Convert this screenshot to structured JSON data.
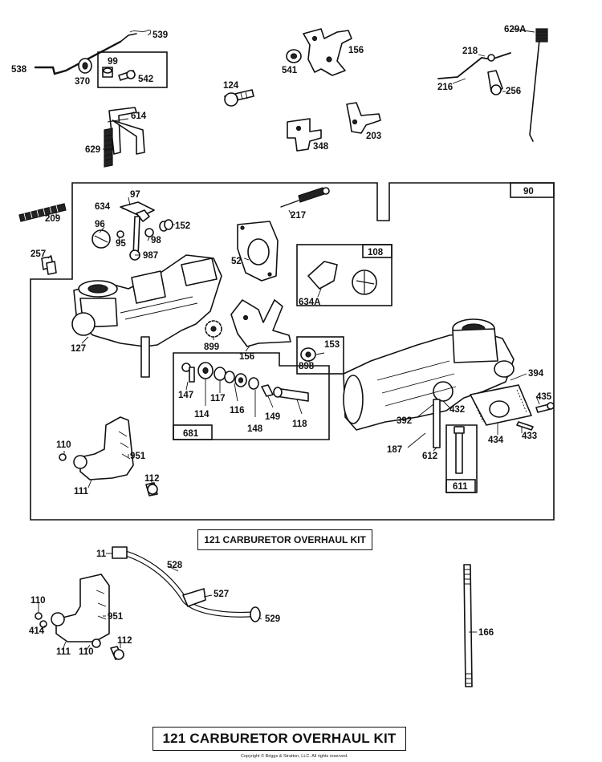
{
  "labels": {
    "l539": "539",
    "l538": "538",
    "l99": "99",
    "l370": "370",
    "l542": "542",
    "l614": "614",
    "l629": "629",
    "l124": "124",
    "l541": "541",
    "l156a": "156",
    "l348": "348",
    "l203": "203",
    "l629A": "629A",
    "l218": "218",
    "l216": "216",
    "l256": "256",
    "l90": "90",
    "l97": "97",
    "l634": "634",
    "l96": "96",
    "l152": "152",
    "l95": "95",
    "l98": "98",
    "l987": "987",
    "l209": "209",
    "l217": "217",
    "l257": "257",
    "l52": "52",
    "l108": "108",
    "l634A": "634A",
    "l127": "127",
    "l899": "899",
    "l156b": "156",
    "l153": "153",
    "l898": "898",
    "l147": "147",
    "l117": "117",
    "l114": "114",
    "l116": "116",
    "l149": "149",
    "l148": "148",
    "l118": "118",
    "l681": "681",
    "l394": "394",
    "l435": "435",
    "l392": "392",
    "l432": "432",
    "l187": "187",
    "l612": "612",
    "l434": "434",
    "l433": "433",
    "l611": "611",
    "l110a": "110",
    "l951a": "951",
    "l111a": "111",
    "l112a": "112",
    "l11": "11",
    "l528": "528",
    "l527": "527",
    "l529": "529",
    "l110b": "110",
    "l951b": "951",
    "l414": "414",
    "l112b": "112",
    "l111b": "111",
    "l110c": "110",
    "l166": "166"
  },
  "kit_label_small": "121  CARBURETOR OVERHAUL KIT",
  "kit_label_large": "121 CARBURETOR OVERHAUL KIT",
  "copyright": "Copyright © Briggs & Stratton, LLC. All rights reserved."
}
